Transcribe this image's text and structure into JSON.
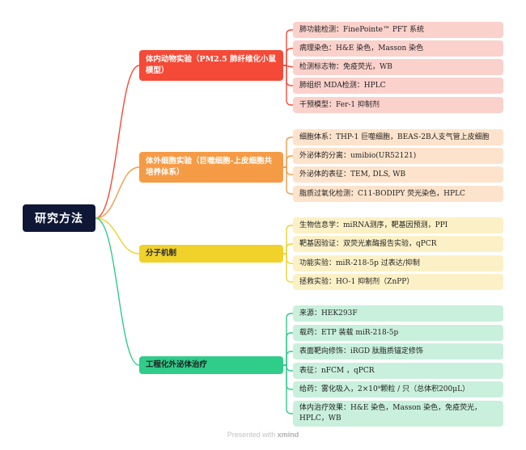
{
  "root": {
    "label": "研究方法"
  },
  "colors": {
    "root": "#0f1737",
    "branches": [
      "#f44a37",
      "#f59b46",
      "#f0d22a",
      "#2fcc8a"
    ],
    "leaf_backgrounds": [
      "#fbd1cc",
      "#fde3cc",
      "#fcf1c6",
      "#c9f0dd"
    ]
  },
  "branches": [
    {
      "label": "体内动物实验（PM2.5 肺纤维化小鼠模型）",
      "children": [
        "肺功能检测：FinePointe™ PFT 系统",
        "病理染色：H&E 染色，Masson 染色",
        "检测标志物：免疫荧光，WB",
        "肺组织 MDA检测：HPLC",
        "干预模型：Fer-1 抑制剂"
      ]
    },
    {
      "label": "体外细胞实验（巨噬细胞-上皮细胞共培养体系）",
      "children": [
        "细胞体系：THP-1 巨噬细胞，BEAS-2B人支气管上皮细胞",
        "外泌体的分离：umibio(UR52121)",
        "外泌体的表征：TEM, DLS, WB",
        "脂质过氧化检测：C11-BODIPY 荧光染色，HPLC"
      ]
    },
    {
      "label": "分子机制",
      "children": [
        "生物信息学：miRNA测序，靶基因预测，PPI",
        "靶基因验证：双荧光素酶报告实验，qPCR",
        "功能实验：miR-218-5p 过表达/抑制",
        "拯救实验：HO-1 抑制剂（ZnPP）"
      ]
    },
    {
      "label": "工程化外泌体治疗",
      "children": [
        "来源：HEK293F",
        "载药：ETP 装载 miR-218-5p",
        "表面靶向修饰：iRGD 肽脂质锚定修饰",
        "表征：nFCM ，qPCR",
        "给药：雾化吸入，2×10⁹颗粒 / 只（总体积200μL）",
        "体内治疗效果：H&E 染色，Masson 染色，免疫荧光，HPLC，WB"
      ]
    }
  ],
  "footer": {
    "prefix": "Presented with",
    "brand": "xmind"
  }
}
